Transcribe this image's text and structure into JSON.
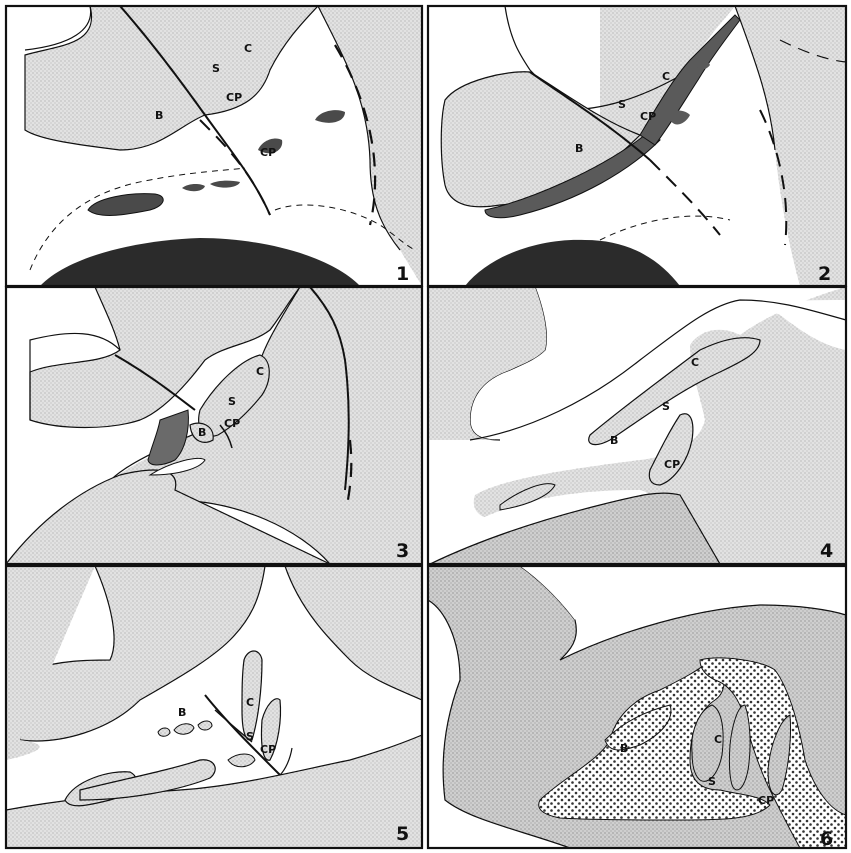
{
  "colors": {
    "stipple_light": "#dcdcdc",
    "stipple_mid": "#c8c8c8",
    "dark_fill": "#5a5a5a",
    "black_mass": "#2b2b2b",
    "line": "#111111",
    "background": "#ffffff"
  },
  "panels": [
    {
      "number": "1",
      "labels": {
        "C": "C",
        "S": "S",
        "CP_a": "CP",
        "B": "B",
        "CP_b": "CP"
      }
    },
    {
      "number": "2",
      "labels": {
        "C": "C",
        "S": "S",
        "CP": "CP",
        "B": "B"
      }
    },
    {
      "number": "3",
      "labels": {
        "C": "C",
        "S": "S",
        "B": "B",
        "CP": "CP"
      }
    },
    {
      "number": "4",
      "labels": {
        "C": "C",
        "S": "S",
        "B": "B",
        "CP": "CP"
      }
    },
    {
      "number": "5",
      "labels": {
        "B": "B",
        "C": "C",
        "S": "S",
        "CP": "CP"
      }
    },
    {
      "number": "6",
      "labels": {
        "C": "C",
        "B": "B",
        "S": "S",
        "CP": "CP"
      }
    }
  ]
}
